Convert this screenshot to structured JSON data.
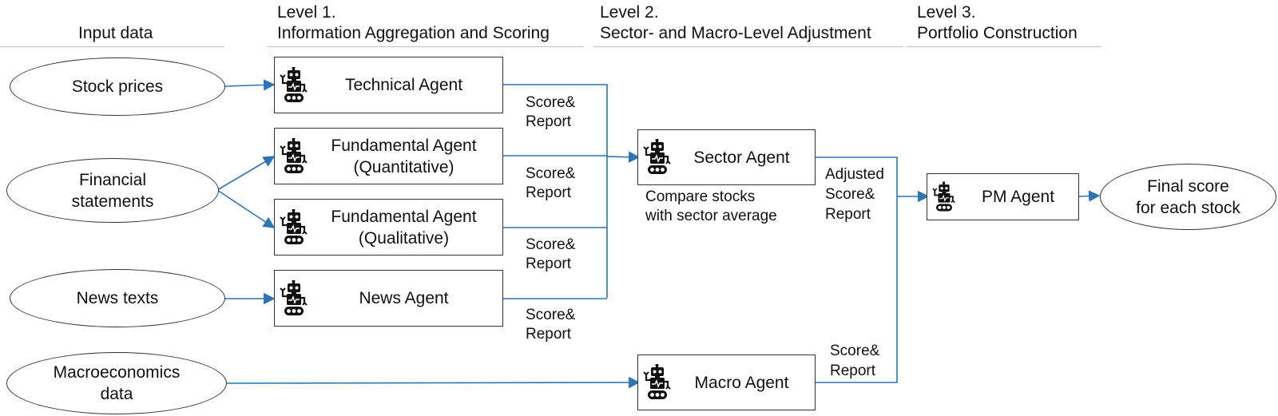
{
  "headers": {
    "input": "Input data",
    "level1_num": "Level 1.",
    "level1_title": "Information Aggregation and Scoring",
    "level2_num": "Level 2.",
    "level2_title": "Sector- and Macro-Level Adjustment",
    "level3_num": "Level 3.",
    "level3_title": "Portfolio Construction"
  },
  "inputs": {
    "stock_prices": "Stock prices",
    "financial_line1": "Financial",
    "financial_line2": "statements",
    "news_texts": "News texts",
    "macro_line1": "Macroeconomics",
    "macro_line2": "data"
  },
  "agents": {
    "technical": "Technical Agent",
    "fund_quant_line1": "Fundamental Agent",
    "fund_quant_line2": "(Quantitative)",
    "fund_qual_line1": "Fundamental Agent",
    "fund_qual_line2": "(Qualitative)",
    "news": "News Agent",
    "sector": "Sector Agent",
    "macro": "Macro Agent",
    "pm": "PM Agent"
  },
  "labels": {
    "score": "Score&",
    "report": "Report",
    "adjusted": "Adjusted",
    "compare_line1": "Compare stocks",
    "compare_line2": "with sector average"
  },
  "output": {
    "line1": "Final score",
    "line2": "for each stock"
  },
  "colors": {
    "arrow": "#2E75B6",
    "border": "#333333",
    "rule": "#BDBDBD"
  },
  "icons": {
    "agent": "robot-icon"
  }
}
